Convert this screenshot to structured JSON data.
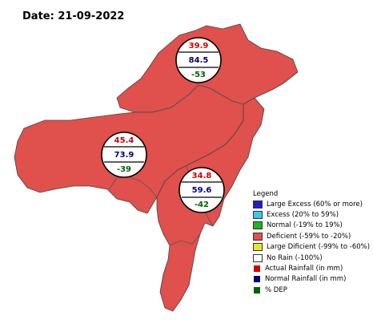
{
  "date": "Date: 21-09-2022",
  "colors": {
    "region_fill": "#e0504c",
    "actual": "#d40000",
    "normal": "#000080",
    "dep": "#006400"
  },
  "regions": [
    {
      "actual": "39.9",
      "normal": "84.5",
      "dep": "-53",
      "category": "Deficient"
    },
    {
      "actual": "45.4",
      "normal": "73.9",
      "dep": "-39",
      "category": "Deficient"
    },
    {
      "actual": "34.8",
      "normal": "59.6",
      "dep": "-42",
      "category": "Deficient"
    }
  ],
  "legend": {
    "title": "Legend",
    "categories": [
      {
        "label": "Large Excess (60% or more)",
        "color": "#1f1fc8"
      },
      {
        "label": "Excess (20% to 59%)",
        "color": "#3cc8e6"
      },
      {
        "label": "Normal (-19% to 19%)",
        "color": "#22b422"
      },
      {
        "label": "Deficient (-59% to -20%)",
        "color": "#e0504c"
      },
      {
        "label": "Large Dificient (-99% to -60%)",
        "color": "#e6e632"
      },
      {
        "label": "No Rain (-100%)",
        "color": "#ffffff"
      }
    ],
    "markers": [
      {
        "label": "Actual Rainfall (in mm)",
        "color": "#d40000"
      },
      {
        "label": "Normal Rainfall (in mm)",
        "color": "#000080"
      },
      {
        "label": "% DEP",
        "color": "#006400"
      }
    ]
  }
}
